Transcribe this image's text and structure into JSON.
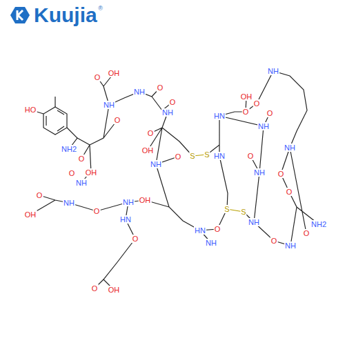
{
  "diagram": {
    "labels": [
      "Kuujia",
      "®",
      "HO",
      "NH2",
      "O",
      "NH",
      "O",
      "OH",
      "O",
      "OH",
      "NH",
      "O",
      "NH",
      "O",
      "O",
      "NH",
      "O",
      "OH",
      "NH",
      "O",
      "S",
      "S",
      "HN",
      "O",
      "OH",
      "O",
      "NH",
      "O",
      "NH",
      "HN",
      "O",
      "NH",
      "O",
      "NH",
      "S",
      "S",
      "O",
      "NH",
      "NH2",
      "O",
      "NH",
      "O",
      "O",
      "HN",
      "NH",
      "O",
      "OH",
      "NH",
      "O",
      "NH",
      "OH",
      "HN",
      "O",
      "O",
      "OH"
    ]
  }
}
